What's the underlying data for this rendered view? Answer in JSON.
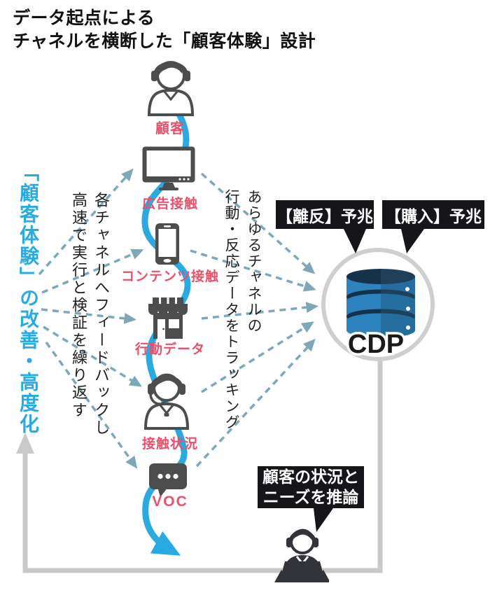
{
  "title": "データ起点による\nチャネルを横断した「顧客体験」設計",
  "left_goal": "「顧客体験」の改善・高度化",
  "feedback_note": "各チャネルへフィードバックし\n高速で実行と検証を繰り返す",
  "tracking_note": "あらゆるチャネルの\n行動・反応データをトラッキング",
  "channels": [
    {
      "label": "顧客",
      "icon": "customer-headphones-icon"
    },
    {
      "label": "広告接触",
      "icon": "monitor-icon"
    },
    {
      "label": "コンテンツ接触",
      "icon": "smartphone-icon"
    },
    {
      "label": "行動データ",
      "icon": "store-icon"
    },
    {
      "label": "接触状況",
      "icon": "call-agent-headset-icon"
    },
    {
      "label": "VOC",
      "icon": "speech-bubble-dots-icon"
    }
  ],
  "cdp": {
    "label": "CDP",
    "icon": "database-icon",
    "badges": [
      {
        "label": "【離反】予兆"
      },
      {
        "label": "【購入】予兆"
      }
    ]
  },
  "inference": {
    "label": "顧客の状況と\nニーズを推論",
    "icon": "analyst-headset-laptop-icon"
  },
  "colors": {
    "accent_blue": "#29abe2",
    "label_pink": "#e8506b",
    "arrow_steel_blue": "#7fa7ba",
    "icon_gray": "#4d4d4d",
    "loop_gray": "#c9c9c9",
    "badge_black": "#15151a",
    "db_blue_light": "#2d83bd",
    "db_blue_dark": "#236d9f",
    "db_navy": "#17344c"
  }
}
